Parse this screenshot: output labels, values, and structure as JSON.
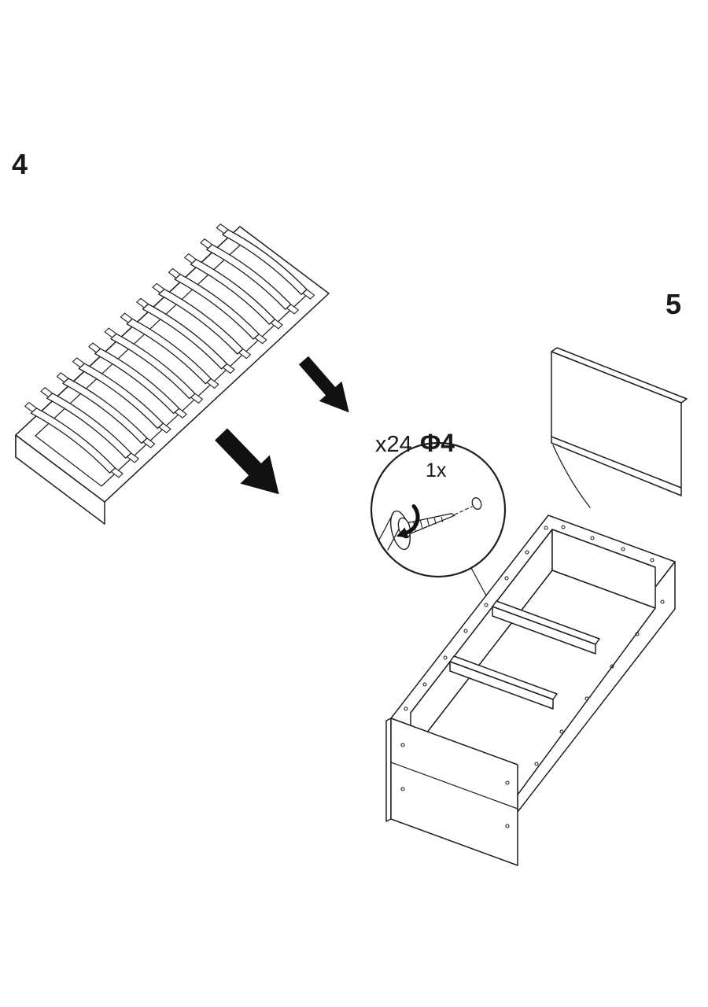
{
  "colors": {
    "background": "#ffffff",
    "line_art": "#1f1f1f",
    "arrow_fill": "#111111"
  },
  "steps": {
    "step4_label": "4",
    "step5_label": "5"
  },
  "hardware_callout": {
    "quantity_label": "x24",
    "screw_spec_label": "Φ4",
    "count_label": "1x"
  }
}
